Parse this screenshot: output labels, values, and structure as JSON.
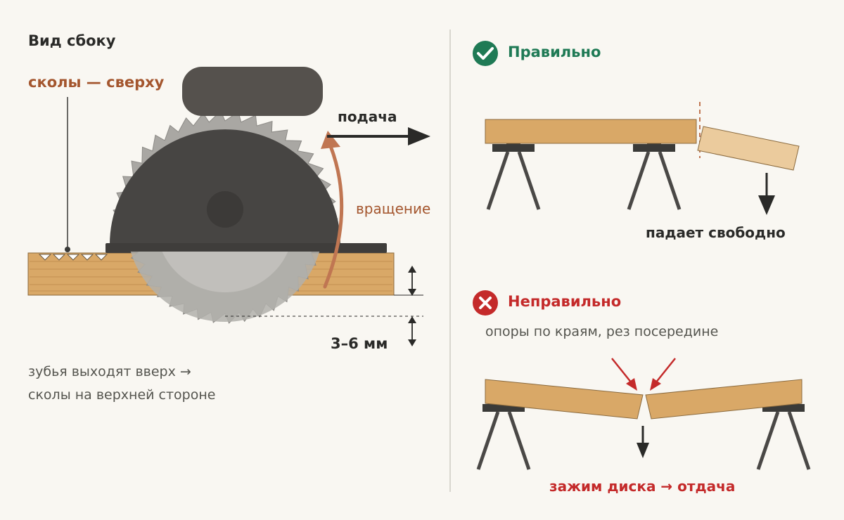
{
  "side_view": {
    "title": "Вид сбоку",
    "chips_label": "сколы — сверху",
    "feed_label": "подача",
    "rotation_label": "вращение",
    "depth_label": "3–6 мм",
    "note_line1": "зубья выходят вверх →",
    "note_line2": "сколы на верхней стороне"
  },
  "correct": {
    "title": "Правильно",
    "falls_label": "падает свободно",
    "icon": "check-icon",
    "color": "#1f7a55"
  },
  "incorrect": {
    "title": "Неправильно",
    "subtitle": "опоры по краям, рез посередине",
    "consequence": "зажим диска → отдача",
    "icon": "cross-icon",
    "color": "#c42a2a"
  },
  "colors": {
    "wood": "#d9a867",
    "wood_light": "#ebcb9d",
    "saw_dark": "#4a4846",
    "blade": "#a9a7a3",
    "accent_brown": "#c07652",
    "background": "#f9f7f2"
  }
}
